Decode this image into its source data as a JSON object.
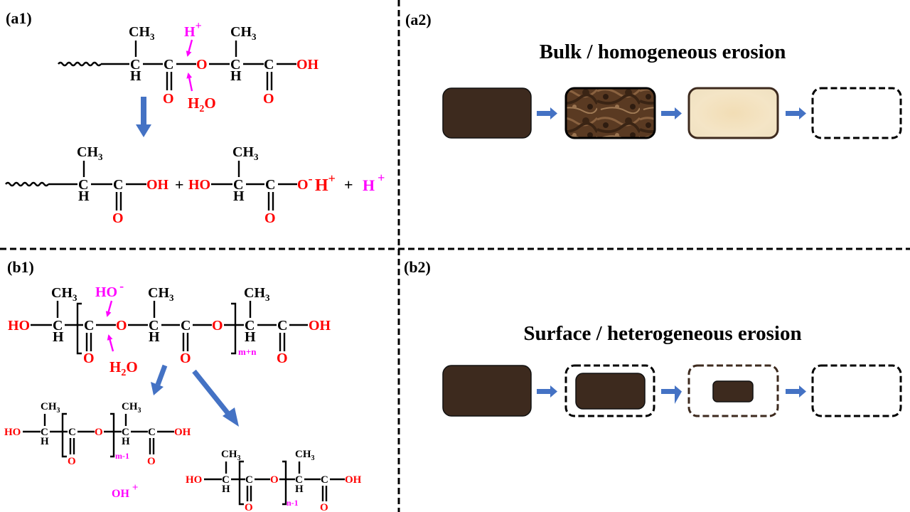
{
  "colors": {
    "reaction_arrow": "#4472c4",
    "catalyst": "#ff00ff",
    "heteroatom": "#ff0000",
    "polymer_dark": "#3d2a1e",
    "polymer_light": "#f0dfba"
  },
  "panels": {
    "a1": {
      "label": "(a1)",
      "reactant": {
        "ch3_1": "CH",
        "ch3_1_sub": "3",
        "ch3_2": "CH",
        "ch3_2_sub": "3",
        "c1": "C",
        "h1": "H",
        "c2": "C",
        "o_double_1": "O",
        "o_ester": "O",
        "c3": "C",
        "h2": "H",
        "c4": "C",
        "o_double_2": "O",
        "oh": "OH"
      },
      "catalyst": {
        "h": "H",
        "sup": "+"
      },
      "water": {
        "h": "H",
        "sub": "2",
        "o": "O"
      },
      "product1": {
        "ch3": "CH",
        "ch3_sub": "3",
        "c1": "C",
        "h1": "H",
        "c2": "C",
        "o_double": "O",
        "oh": "OH"
      },
      "plus_1": "+",
      "product2": {
        "ho": "HO",
        "c1": "C",
        "h1": "H",
        "ch3": "CH",
        "ch3_sub": "3",
        "c2": "C",
        "o_double": "O",
        "o_minus": "O",
        "minus": "-",
        "h_plus": "H",
        "plus": "+"
      },
      "plus_2": "+",
      "free_proton": {
        "h": "H",
        "sup": "+"
      }
    },
    "a2": {
      "label": "(a2)",
      "title": "Bulk / homogeneous erosion",
      "stages": [
        "intact-dark",
        "mottled-porous",
        "light-degraded",
        "fully-eroded-dashed"
      ]
    },
    "b1": {
      "label": "(b1)",
      "reactant": {
        "ho": "HO",
        "c1": "C",
        "h1": "H",
        "ch3_1": "CH",
        "ch3_1_sub": "3",
        "c2": "C",
        "o_double_1": "O",
        "o_ester_1": "O",
        "c3": "C",
        "h2": "H",
        "ch3_2": "CH",
        "ch3_2_sub": "3",
        "c4": "C",
        "o_double_2": "O",
        "o_ester_2": "O",
        "c5": "C",
        "h3": "H",
        "ch3_3": "CH",
        "ch3_3_sub": "3",
        "c6": "C",
        "o_double_3": "O",
        "oh": "OH",
        "repeat_sub": "m+n"
      },
      "catalyst": {
        "ho": "HO",
        "sup": "-"
      },
      "water": {
        "h": "H",
        "sub": "2",
        "o": "O"
      },
      "product_m": {
        "ho": "HO",
        "c1": "C",
        "h1": "H",
        "ch3_1": "CH",
        "ch3_1_sub": "3",
        "c2": "C",
        "o_double_1": "O",
        "o_ester": "O",
        "c3": "C",
        "h2": "H",
        "ch3_2": "CH",
        "ch3_2_sub": "3",
        "c4": "C",
        "o_double_2": "O",
        "oh": "OH",
        "repeat_sub": "m-1"
      },
      "product_n": {
        "ho": "HO",
        "c1": "C",
        "h1": "H",
        "ch3_1": "CH",
        "ch3_1_sub": "3",
        "c2": "C",
        "o_double_1": "O",
        "o_ester": "O",
        "c3": "C",
        "h2": "H",
        "ch3_2": "CH",
        "ch3_2_sub": "3",
        "c4": "C",
        "o_double_2": "O",
        "oh": "OH",
        "repeat_sub": "n-1"
      },
      "hydroxide": {
        "oh": "OH",
        "sup": "+"
      }
    },
    "b2": {
      "label": "(b2)",
      "title": "Surface / heterogeneous erosion",
      "stages": [
        "intact-dark",
        "shrunk-core",
        "small-core",
        "fully-eroded-dashed"
      ]
    }
  }
}
